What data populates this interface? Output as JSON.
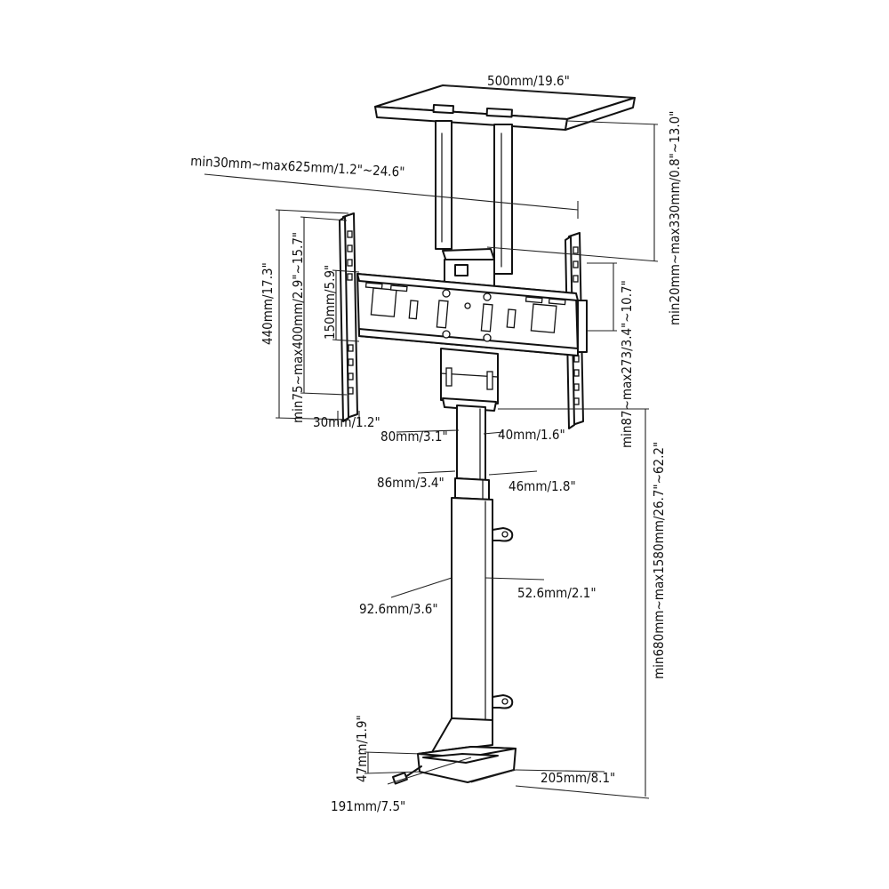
{
  "diagram": {
    "dimensions": {
      "top_plate_width": "500mm/19.6\"",
      "top_plate_height_range": "min20mm~max330mm/0.8\"~13.0\"",
      "arm_extension_range": "min30mm~max625mm/1.2\"~24.6\"",
      "bracket_height": "440mm/17.3\"",
      "vesa_vertical_range": "min75~max400mm/2.9\"~15.7\"",
      "center_plate_height": "150mm/5.9\"",
      "bracket_depth": "30mm/1.2\"",
      "screen_gap_range": "min87~max273/3.4\"~10.7\"",
      "upper_column_width": "80mm/3.1\"",
      "upper_column_depth": "40mm/1.6\"",
      "middle_column_width": "86mm/3.4\"",
      "middle_column_depth": "46mm/1.8\"",
      "lower_column_width": "92.6mm/3.6\"",
      "lower_column_depth": "52.6mm/2.1\"",
      "total_height_range": "min680mm~max1580mm/26.7\"~62.2\"",
      "base_height": "47mm/1.9\"",
      "base_depth": "191mm/7.5\"",
      "base_width": "205mm/8.1\""
    }
  }
}
